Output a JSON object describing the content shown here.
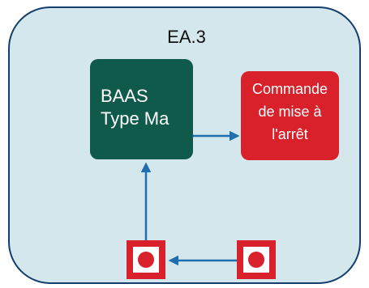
{
  "diagram": {
    "title": "EA.3",
    "baas_box": {
      "line1": "BAAS",
      "line2": "Type Ma"
    },
    "command_box": {
      "line1": "Commande",
      "line2": "de mise à",
      "line3": "l'arrêt"
    },
    "colors": {
      "background": "#d4e7ec",
      "border": "#133e6e",
      "baas": "#0f5a4a",
      "command": "#d8212a",
      "arrows": "#1f6fb0",
      "sensor": "#d8212a"
    },
    "icons": {
      "left_sensor": "sensor-icon",
      "right_sensor": "sensor-icon"
    }
  }
}
